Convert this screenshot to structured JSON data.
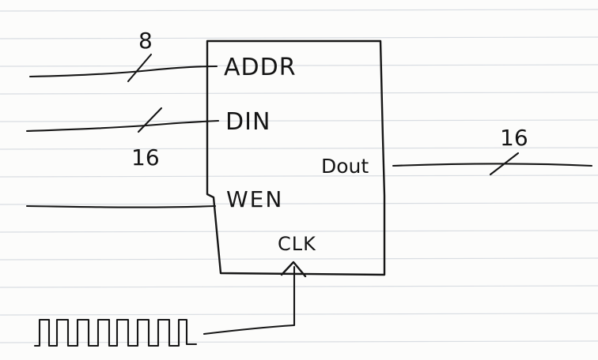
{
  "block": {
    "ports": {
      "addr": "ADDR",
      "din": "DIN",
      "wen": "WEN",
      "dout": "Dout",
      "clk": "CLK"
    }
  },
  "bus_widths": {
    "addr": "8",
    "din": "16",
    "dout": "16"
  }
}
